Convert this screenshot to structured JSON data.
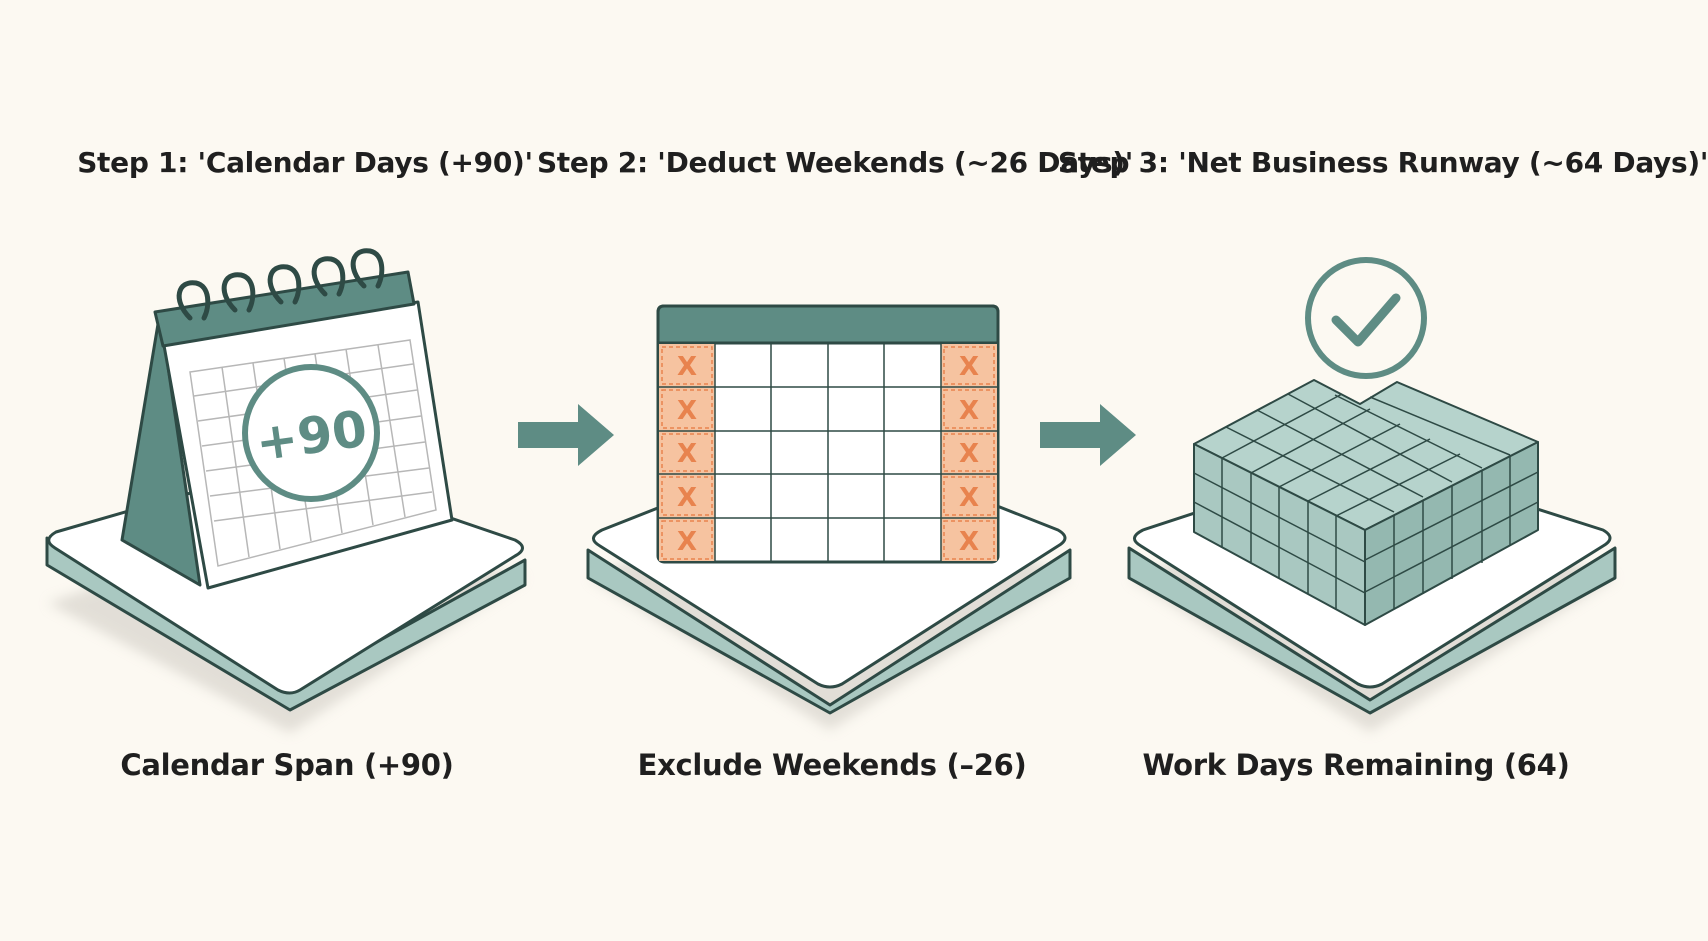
{
  "steps": [
    {
      "title": "Step 1: 'Calendar Days (+90)'",
      "caption": "Calendar Span (+90)",
      "badge": "+90"
    },
    {
      "title": "Step 2: 'Deduct Weekends (~26 Days)'",
      "caption": "Exclude Weekends (–26)",
      "mark": "X"
    },
    {
      "title": "Step 3: 'Net Business Runway (~64 Days)'",
      "caption": "Work Days Remaining (64)"
    }
  ],
  "colors": {
    "background": "#fcf9f2",
    "teal": "#5e8c84",
    "teal_light": "#a9c8c1",
    "weekend_fill": "#f6c3a0",
    "weekend_mark": "#e8834e",
    "ink": "#1f1f1f"
  },
  "icons": [
    "desk-calendar-icon",
    "arrow-right-icon",
    "weekend-grid-icon",
    "check-circle-icon",
    "stacked-blocks-icon"
  ]
}
